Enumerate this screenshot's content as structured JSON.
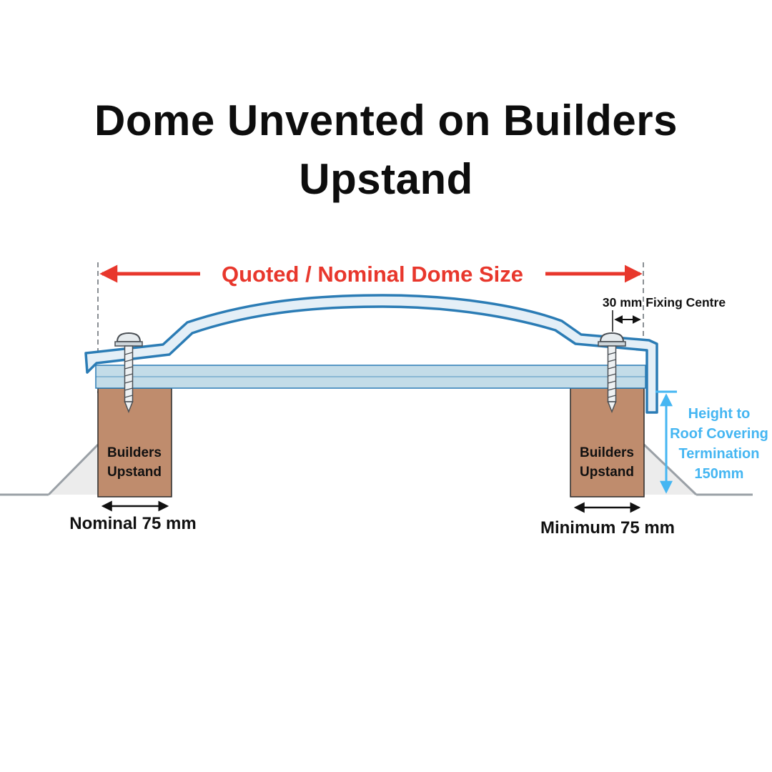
{
  "title": {
    "line1": "Dome Unvented on Builders",
    "line2": "Upstand"
  },
  "labels": {
    "dome_size": "Quoted / Nominal Dome Size",
    "fixing_centre": "30 mm Fixing Centre",
    "height_line1": "Height to",
    "height_line2": "Roof Covering",
    "height_line3": "Termination",
    "height_line4": "150mm",
    "upstand_left_line1": "Builders",
    "upstand_left_line2": "Upstand",
    "upstand_right_line1": "Builders",
    "upstand_right_line2": "Upstand",
    "nominal": "Nominal 75 mm",
    "minimum": "Minimum 75 mm"
  },
  "colors": {
    "accent_red": "#e8372c",
    "accent_light_blue": "#45b6f2",
    "dome_outline": "#2b7cb5",
    "dome_fill": "#e4eff7",
    "frame_fill": "#c3dce8",
    "upstand_fill": "#bf8c6d",
    "roof_gray": "#9aa0a6",
    "text_black": "#111111"
  }
}
